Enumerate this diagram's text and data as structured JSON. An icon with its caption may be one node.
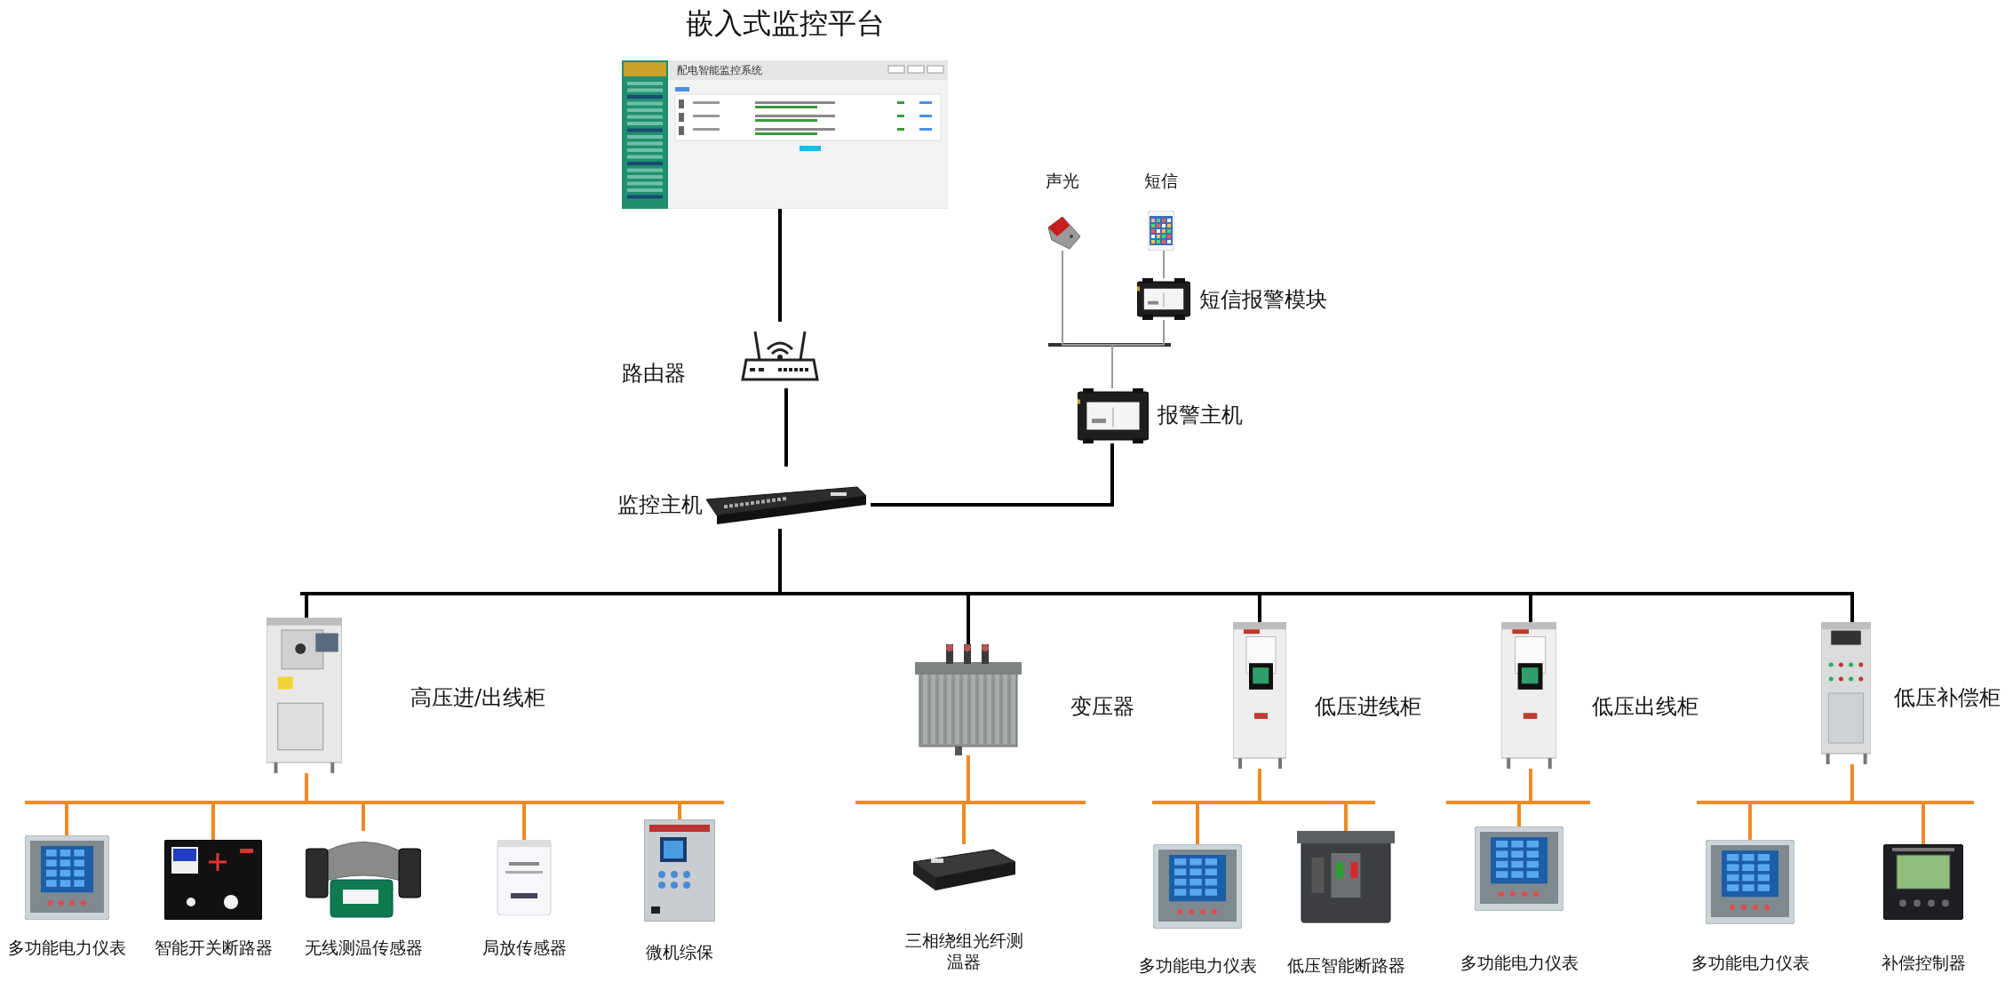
{
  "diagram": {
    "nodes": [
      {
        "text": [
          "嵌入式监控平台",
          "配电智能监控系统"
        ]
      },
      {
        "text": [
          "路由器"
        ]
      },
      {
        "text": [
          "监控主机"
        ]
      },
      {
        "text": [
          "报警主机"
        ]
      },
      {
        "text": [
          "短信报警模块"
        ]
      },
      {
        "text": [
          "声光"
        ]
      },
      {
        "text": [
          "短信"
        ]
      },
      {
        "text": [
          "高压进/出线柜"
        ]
      },
      {
        "text": [
          "变压器"
        ]
      },
      {
        "text": [
          "低压进线柜"
        ]
      },
      {
        "text": [
          "低压出线柜"
        ]
      },
      {
        "text": [
          "低压补偿柜"
        ]
      },
      {
        "text": [
          "多功能电力仪表"
        ]
      },
      {
        "text": [
          "智能开关断路器"
        ]
      },
      {
        "text": [
          "无线测温传感器"
        ]
      },
      {
        "text": [
          "局放传感器"
        ]
      },
      {
        "text": [
          "微机综保"
        ]
      },
      {
        "text": [
          "三相绕组光纤测温器"
        ]
      },
      {
        "text": [
          "多功能电力仪表"
        ]
      },
      {
        "text": [
          "低压智能断路器"
        ]
      },
      {
        "text": [
          "多功能电力仪表"
        ]
      },
      {
        "text": [
          "多功能电力仪表"
        ]
      },
      {
        "text": [
          "补偿控制器"
        ]
      }
    ],
    "edges": [
      {
        "from": 0,
        "to": 1,
        "arrow": "none",
        "color": "#000000"
      },
      {
        "from": 1,
        "to": 2,
        "arrow": "none",
        "color": "#000000"
      },
      {
        "from": 2,
        "to": 3,
        "arrow": "none",
        "color": "#000000"
      },
      {
        "from": 3,
        "to": 5,
        "arrow": "none",
        "color": "#999999"
      },
      {
        "from": 3,
        "to": 4,
        "arrow": "none",
        "color": "#999999"
      },
      {
        "from": 4,
        "to": 6,
        "arrow": "none",
        "color": "#999999"
      },
      {
        "from": 2,
        "to": 7,
        "arrow": "none",
        "color": "#000000"
      },
      {
        "from": 2,
        "to": 8,
        "arrow": "none",
        "color": "#000000"
      },
      {
        "from": 2,
        "to": 9,
        "arrow": "none",
        "color": "#000000"
      },
      {
        "from": 2,
        "to": 10,
        "arrow": "none",
        "color": "#000000"
      },
      {
        "from": 2,
        "to": 11,
        "arrow": "none",
        "color": "#000000"
      },
      {
        "from": 7,
        "to": 12,
        "arrow": "none",
        "color": "#f08a24"
      },
      {
        "from": 7,
        "to": 13,
        "arrow": "none",
        "color": "#f08a24"
      },
      {
        "from": 7,
        "to": 14,
        "arrow": "none",
        "color": "#f08a24"
      },
      {
        "from": 7,
        "to": 15,
        "arrow": "none",
        "color": "#f08a24"
      },
      {
        "from": 7,
        "to": 16,
        "arrow": "none",
        "color": "#f08a24"
      },
      {
        "from": 8,
        "to": 17,
        "arrow": "none",
        "color": "#f08a24"
      },
      {
        "from": 9,
        "to": 18,
        "arrow": "none",
        "color": "#f08a24"
      },
      {
        "from": 9,
        "to": 19,
        "arrow": "none",
        "color": "#f08a24"
      },
      {
        "from": 10,
        "to": 20,
        "arrow": "none",
        "color": "#f08a24"
      },
      {
        "from": 11,
        "to": 21,
        "arrow": "none",
        "color": "#f08a24"
      },
      {
        "from": 11,
        "to": 22,
        "arrow": "none",
        "color": "#f08a24"
      }
    ]
  }
}
